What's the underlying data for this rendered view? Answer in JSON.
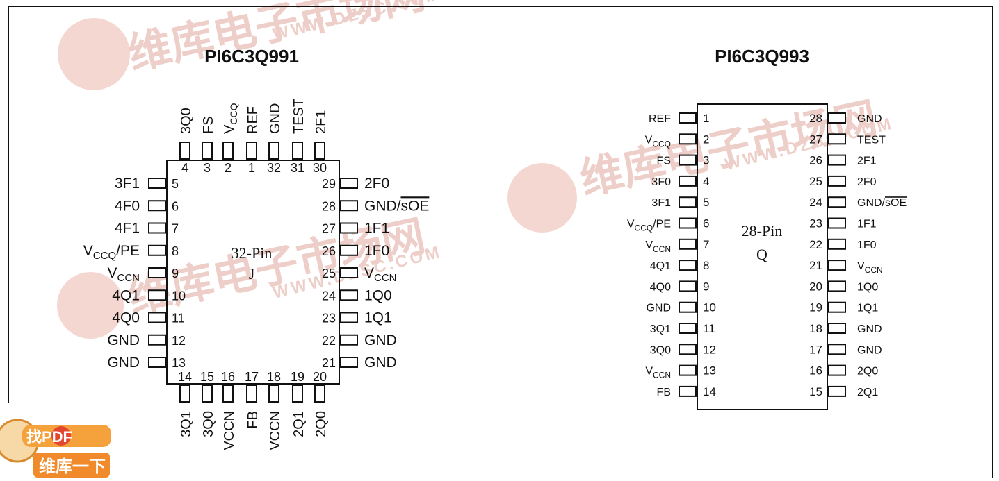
{
  "watermark": {
    "url_text": "WWW.DZSC.COM",
    "url_text_lower": "www.dzsc.com",
    "cjk_text": "维库电子市场网",
    "logo_text": "找PDF",
    "logo_sub": "维库一下"
  },
  "colors": {
    "watermark": "#f4d3cc",
    "line": "#111111",
    "background": "#ffffff"
  },
  "left": {
    "title": "PI6C3Q991",
    "package_line1": "32-Pin",
    "package_line2": "J",
    "top_pins": [
      {
        "num": "4",
        "label": "3Q0"
      },
      {
        "num": "3",
        "label": "FS"
      },
      {
        "num": "2",
        "label": "VCCQ",
        "sub": "CCQ"
      },
      {
        "num": "1",
        "label": "REF"
      },
      {
        "num": "32",
        "label": "GND"
      },
      {
        "num": "31",
        "label": "TEST"
      },
      {
        "num": "30",
        "label": "2F1"
      }
    ],
    "left_pins": [
      {
        "num": "5",
        "label": "3F1"
      },
      {
        "num": "6",
        "label": "4F0"
      },
      {
        "num": "7",
        "label": "4F1"
      },
      {
        "num": "8",
        "label": "VCCQ/PE",
        "sub": "CCQ",
        "suffix": "/PE"
      },
      {
        "num": "9",
        "label": "VCCN",
        "sub": "CCN"
      },
      {
        "num": "10",
        "label": "4Q1"
      },
      {
        "num": "11",
        "label": "4Q0"
      },
      {
        "num": "12",
        "label": "GND"
      },
      {
        "num": "13",
        "label": "GND"
      }
    ],
    "right_pins": [
      {
        "num": "29",
        "label": "2F0"
      },
      {
        "num": "28",
        "label": "GND/sOE",
        "overline": "sOE"
      },
      {
        "num": "27",
        "label": "1F1"
      },
      {
        "num": "26",
        "label": "1F0"
      },
      {
        "num": "25",
        "label": "VCCN",
        "sub": "CCN"
      },
      {
        "num": "24",
        "label": "1Q0"
      },
      {
        "num": "23",
        "label": "1Q1"
      },
      {
        "num": "22",
        "label": "GND"
      },
      {
        "num": "21",
        "label": "GND"
      }
    ],
    "bottom_pins": [
      {
        "num": "14",
        "label": "3Q1"
      },
      {
        "num": "15",
        "label": "3Q0"
      },
      {
        "num": "16",
        "label": "VCCN"
      },
      {
        "num": "17",
        "label": "FB"
      },
      {
        "num": "18",
        "label": "VCCN"
      },
      {
        "num": "19",
        "label": "2Q1"
      },
      {
        "num": "20",
        "label": "2Q0"
      }
    ]
  },
  "right": {
    "title": "PI6C3Q993",
    "package_line1": "28-Pin",
    "package_line2": "Q",
    "left_pins": [
      {
        "num": "1",
        "label": "REF"
      },
      {
        "num": "2",
        "label": "VCCQ",
        "sub": "CCQ"
      },
      {
        "num": "3",
        "label": "FS"
      },
      {
        "num": "4",
        "label": "3F0"
      },
      {
        "num": "5",
        "label": "3F1"
      },
      {
        "num": "6",
        "label": "VCCQ/PE",
        "sub": "CCQ",
        "suffix": "/PE"
      },
      {
        "num": "7",
        "label": "VCCN",
        "sub": "CCN"
      },
      {
        "num": "8",
        "label": "4Q1"
      },
      {
        "num": "9",
        "label": "4Q0"
      },
      {
        "num": "10",
        "label": "GND"
      },
      {
        "num": "11",
        "label": "3Q1"
      },
      {
        "num": "12",
        "label": "3Q0"
      },
      {
        "num": "13",
        "label": "VCCN",
        "sub": "CCN"
      },
      {
        "num": "14",
        "label": "FB"
      }
    ],
    "right_pins": [
      {
        "num": "28",
        "label": "GND"
      },
      {
        "num": "27",
        "label": "TEST"
      },
      {
        "num": "26",
        "label": "2F1"
      },
      {
        "num": "25",
        "label": "2F0"
      },
      {
        "num": "24",
        "label": "GND/sOE",
        "overline": "sOE"
      },
      {
        "num": "23",
        "label": "1F1"
      },
      {
        "num": "22",
        "label": "1F0"
      },
      {
        "num": "21",
        "label": "VCCN",
        "sub": "CCN"
      },
      {
        "num": "20",
        "label": "1Q0"
      },
      {
        "num": "19",
        "label": "1Q1"
      },
      {
        "num": "18",
        "label": "GND"
      },
      {
        "num": "17",
        "label": "GND"
      },
      {
        "num": "16",
        "label": "2Q0"
      },
      {
        "num": "15",
        "label": "2Q1"
      }
    ]
  }
}
